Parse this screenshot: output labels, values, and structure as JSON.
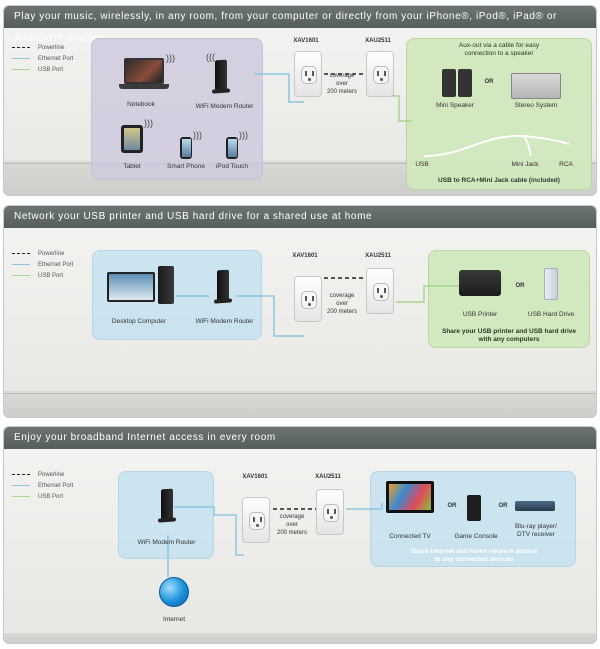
{
  "legend": {
    "powerline": "Powerline",
    "ethernet": "Ethernet Port",
    "usb": "USB Port"
  },
  "colors": {
    "ethernet": "#8ec5e0",
    "usb": "#a8d590",
    "powerline": "#222222",
    "header": "#5f6767"
  },
  "section1": {
    "title": "Play your music, wirelessly, in any room, from your computer or directly from your iPhone®, iPod®, iPad® or Android™ devices",
    "devices": {
      "notebook": "Notebook",
      "router": "WiFi Modem Router",
      "tablet": "Tablet",
      "smartphone": "Smart Phone",
      "ipod": "iPod Touch"
    },
    "adapter_left": "XAV1601",
    "adapter_right": "XAU2511",
    "coverage": [
      "coverage",
      "over",
      "200 meters"
    ],
    "aux_note": "Aux-out via a cable for easy connection to a speaker",
    "mini_speaker": "Mini Speaker",
    "or": "OR",
    "stereo": "Stereo System",
    "usb": "USB",
    "mini_jack": "Mini Jack",
    "rca": "RCA",
    "cable_note": "USB to RCA+Mini Jack cable (included)"
  },
  "section2": {
    "title": "Network your USB printer and USB hard drive for a shared use at home",
    "devices": {
      "desktop": "Desktop Computer",
      "router": "WiFi Modem Router"
    },
    "adapter_left": "XAV1601",
    "adapter_right": "XAU2511",
    "coverage": [
      "coverage",
      "over",
      "200 meters"
    ],
    "printer": "USB Printer",
    "or": "OR",
    "hdd": "USB Hard Drive",
    "caption": [
      "Share your USB printer and USB hard drive",
      "with any computers"
    ]
  },
  "section3": {
    "title": "Enjoy your broadband Internet access in every room",
    "router": "WiFi Modem Router",
    "internet": "Internet",
    "adapter_left": "XAV1601",
    "adapter_right": "XAU2511",
    "coverage": [
      "coverage",
      "over",
      "200 meters"
    ],
    "tv": "Connected TV",
    "or1": "OR",
    "console": "Game Console",
    "or2": "OR",
    "bluray": [
      "Blu-ray player/",
      "DTV receiver"
    ],
    "caption": [
      "Share Internet and home network access",
      "to any connected devices"
    ]
  }
}
